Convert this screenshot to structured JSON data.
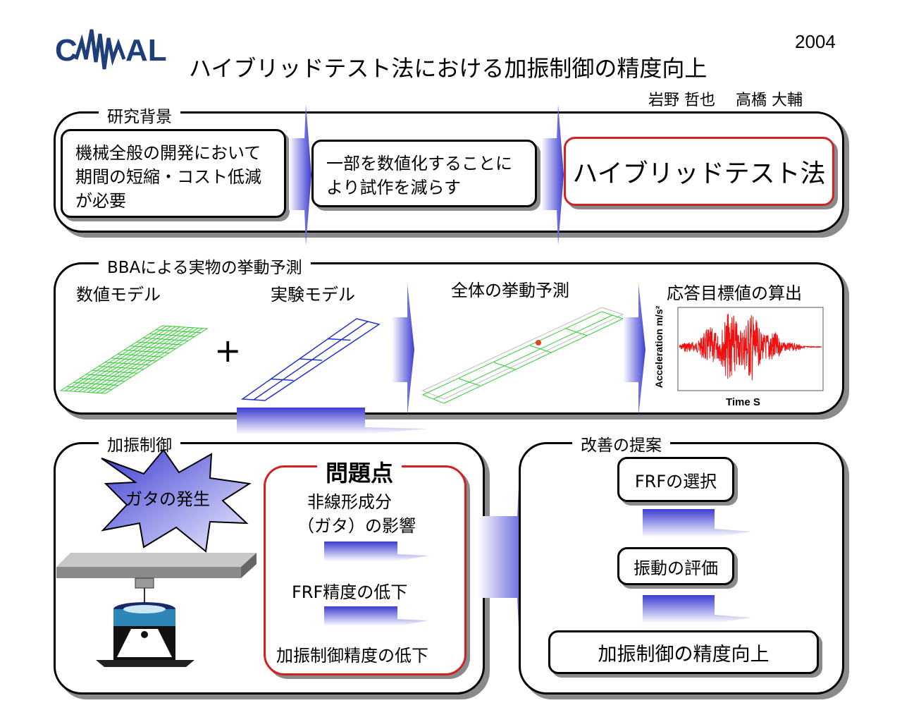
{
  "header": {
    "year": "2004",
    "title": "ハイブリッドテスト法における加振制御の精度向上",
    "authors": "岩野 哲也　 高橋 大輔",
    "logo_icon": "camal-logo"
  },
  "background": {
    "label": "研究背景",
    "box1": "機械全般の開発において期間の短縮・コスト低減が必要",
    "box2": "一部を数値化することにより試作を減らす",
    "box3": "ハイブリッドテスト法"
  },
  "bba": {
    "label": "BBAによる実物の挙動予測",
    "numeric_model": "数値モデル",
    "experiment_model": "実験モデル",
    "plus": "+",
    "overall": "全体の挙動予測",
    "response": "応答目標値の算出",
    "ylabel": "Acceleration  m/s²",
    "xlabel": "Time  S"
  },
  "control": {
    "label": "加振制御",
    "burst": "ガタの発生",
    "problem_title": "問題点",
    "p1": "非線形成分",
    "p1b": "（ガタ）の影響",
    "p2": "FRF精度の低下",
    "p3": "加振制御精度の低下"
  },
  "proposal": {
    "label": "改善の提案",
    "s1": "FRFの選択",
    "s2": "振動の評価",
    "s3": "加振制御の精度向上"
  },
  "colors": {
    "accent_red": "#d42020",
    "arrow_blue": "#3c3cd2",
    "mesh_green": "#33cc33",
    "mesh_blue": "#2233cc",
    "signal_red": "#ee1111"
  }
}
